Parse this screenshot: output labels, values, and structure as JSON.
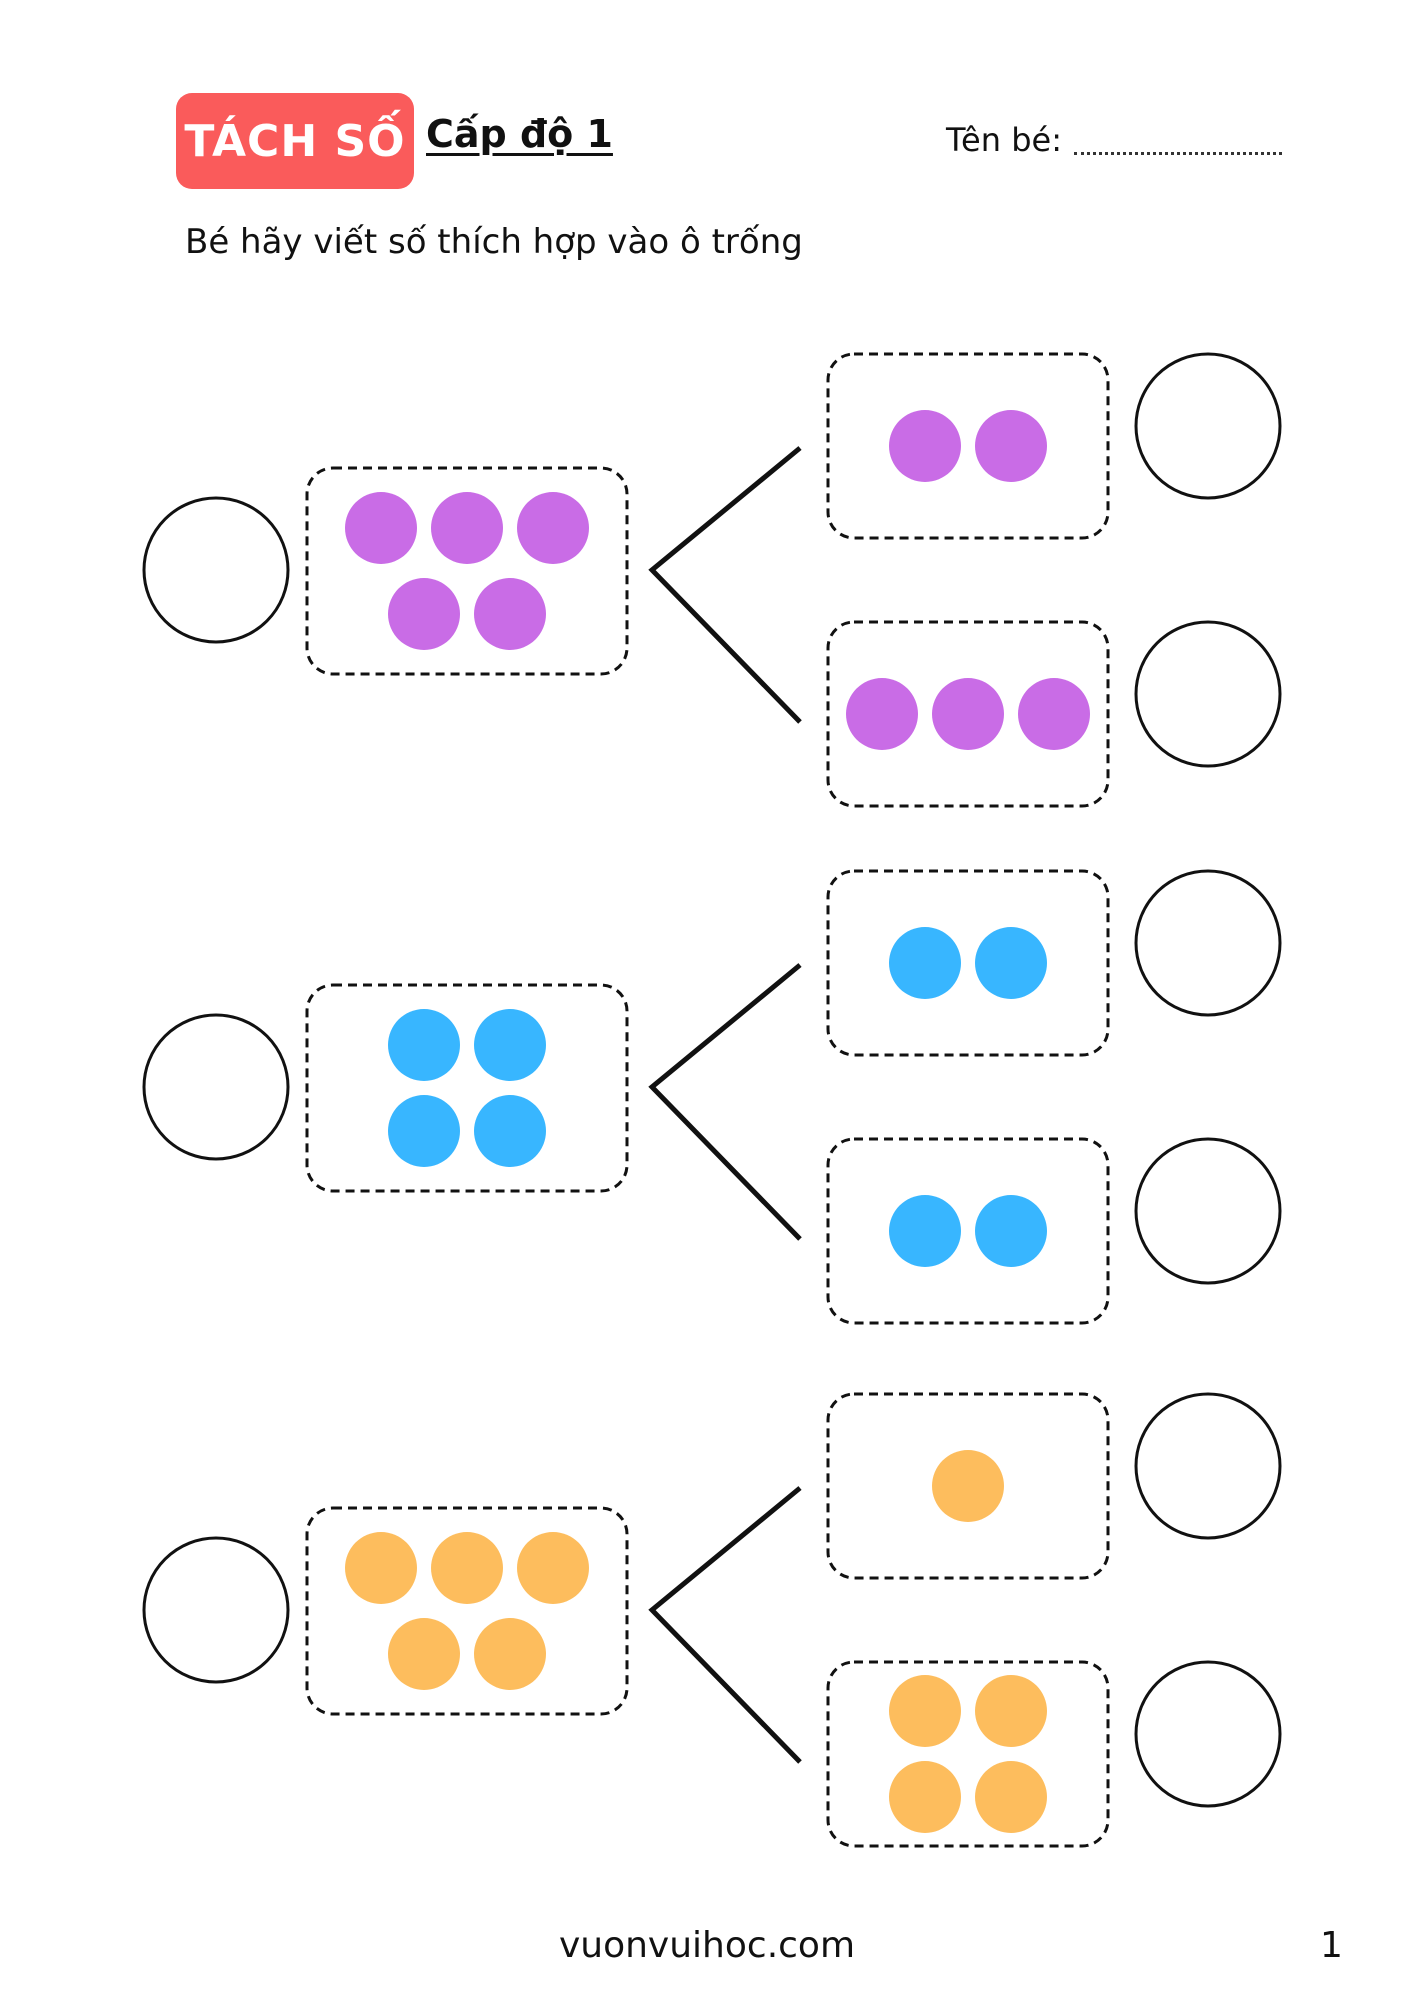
{
  "header": {
    "badge": "TÁCH SỐ",
    "level": "Cấp độ 1",
    "name_label": "Tên bé:"
  },
  "instruction": "Bé hãy viết số thích hợp vào ô trống",
  "colors": {
    "badge": "#fa5b5b",
    "purple": "#c96ce6",
    "blue": "#38b6ff",
    "orange": "#fdbd5d"
  },
  "exercises": [
    {
      "color": "purple",
      "whole": 5,
      "parts": [
        2,
        3
      ]
    },
    {
      "color": "blue",
      "whole": 4,
      "parts": [
        2,
        2
      ]
    },
    {
      "color": "orange",
      "whole": 5,
      "parts": [
        1,
        4
      ]
    }
  ],
  "footer": {
    "site": "vuonvuihoc.com",
    "page": "1"
  }
}
